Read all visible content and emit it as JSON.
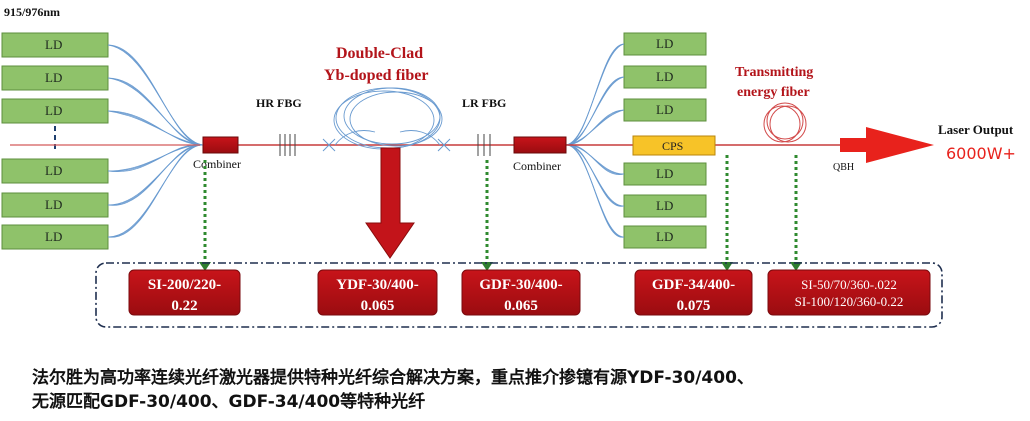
{
  "wavelength_label": "915/976nm",
  "ld_label": "LD",
  "title_fiber": [
    "Double-Clad",
    "Yb-doped fiber"
  ],
  "hr_fbg": "HR FBG",
  "lr_fbg": "LR FBG",
  "combiner": "Combiner",
  "cps": "CPS",
  "transmitting": [
    "Transmitting",
    "energy fiber"
  ],
  "laser_output": "Laser Output",
  "power": "6000W+",
  "qbh": "QBH",
  "fiber_boxes": [
    {
      "lines": [
        "SI-200/220-",
        "0.22"
      ]
    },
    {
      "lines": [
        "YDF-30/400-",
        "0.065"
      ]
    },
    {
      "lines": [
        "GDF-30/400-",
        "0.065"
      ]
    },
    {
      "lines": [
        "GDF-34/400-",
        "0.075"
      ]
    },
    {
      "lines": [
        "SI-50/70/360-.022",
        "SI-100/120/360-0.22"
      ]
    }
  ],
  "caption": [
    "法尔胜为高功率连续光纤激光器提供特种光纤综合解决方案，重点推介掺镱有源YDF-30/400、",
    "无源匹配GDF-30/400、GDF-34/400等特种光纤"
  ],
  "colors": {
    "ld_fill": "#8fc26a",
    "ld_stroke": "#5d8f3e",
    "dark_red": "#b00f14",
    "fiber_blue": "#5b8fc4",
    "arrow_red": "#e8221c",
    "cps_fill": "#f7c328",
    "green_dash": "#2f7d2f",
    "dash_border": "#1f2f4f"
  }
}
